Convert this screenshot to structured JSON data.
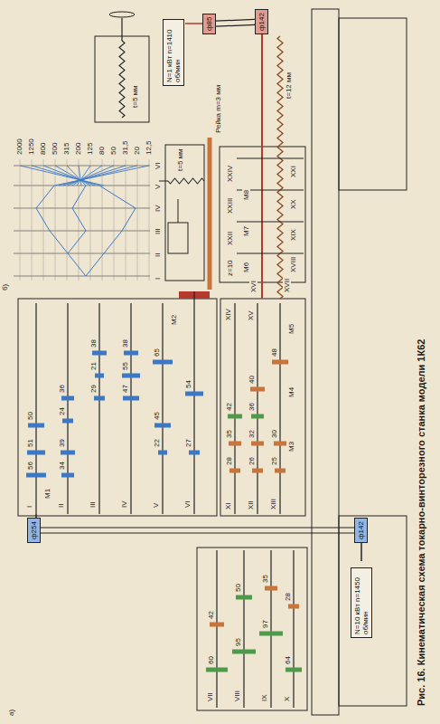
{
  "diagram": {
    "caption": "Рис. 16. Кинематическая схема токарно-винторезного станка модели 1К62",
    "nodes": [
      {
        "text": [
          "N=10 кВт n=1450 об/мин"
        ]
      },
      {
        "text": [
          "ф142"
        ]
      },
      {
        "text": [
          "ф254"
        ]
      },
      {
        "text": [
          "N=1 кВт n=1410 об/мин"
        ]
      },
      {
        "text": [
          "ф85"
        ]
      },
      {
        "text": [
          "ф142"
        ]
      }
    ],
    "edges": [
      {
        "from": 1,
        "to": 2,
        "arrow": "none"
      },
      {
        "from": 4,
        "to": 5,
        "arrow": "none"
      }
    ],
    "labels": [
      "а)",
      "б)",
      "I",
      "II",
      "III",
      "IV",
      "V",
      "VI",
      "VII",
      "VIII",
      "IX",
      "X",
      "XI",
      "XII",
      "XIII",
      "XIV",
      "XV",
      "XVI",
      "XVII",
      "XVIII",
      "XIX",
      "XX",
      "XXI",
      "XXII",
      "XXIII",
      "XXIV",
      "z=10",
      "M1",
      "M2",
      "M3",
      "M4",
      "M5",
      "M6",
      "M7",
      "M8",
      "t=12 мм",
      "t=5 мм",
      "t=5 мм",
      "Рейка m=3 мм",
      "I",
      "II",
      "III",
      "IV",
      "V",
      "VI",
      "12,5",
      "20",
      "31,5",
      "50",
      "80",
      "125",
      "200",
      "315",
      "500",
      "800",
      "1250",
      "2000",
      "56",
      "51",
      "50",
      "34",
      "39",
      "24",
      "36",
      "29",
      "21",
      "38",
      "47",
      "55",
      "38",
      "22",
      "45",
      "65",
      "27",
      "54",
      "28",
      "35",
      "42",
      "26",
      "32",
      "36",
      "40",
      "25",
      "30",
      "48",
      "60",
      "42",
      "95",
      "50",
      "97",
      "35",
      "64",
      "28"
    ]
  }
}
